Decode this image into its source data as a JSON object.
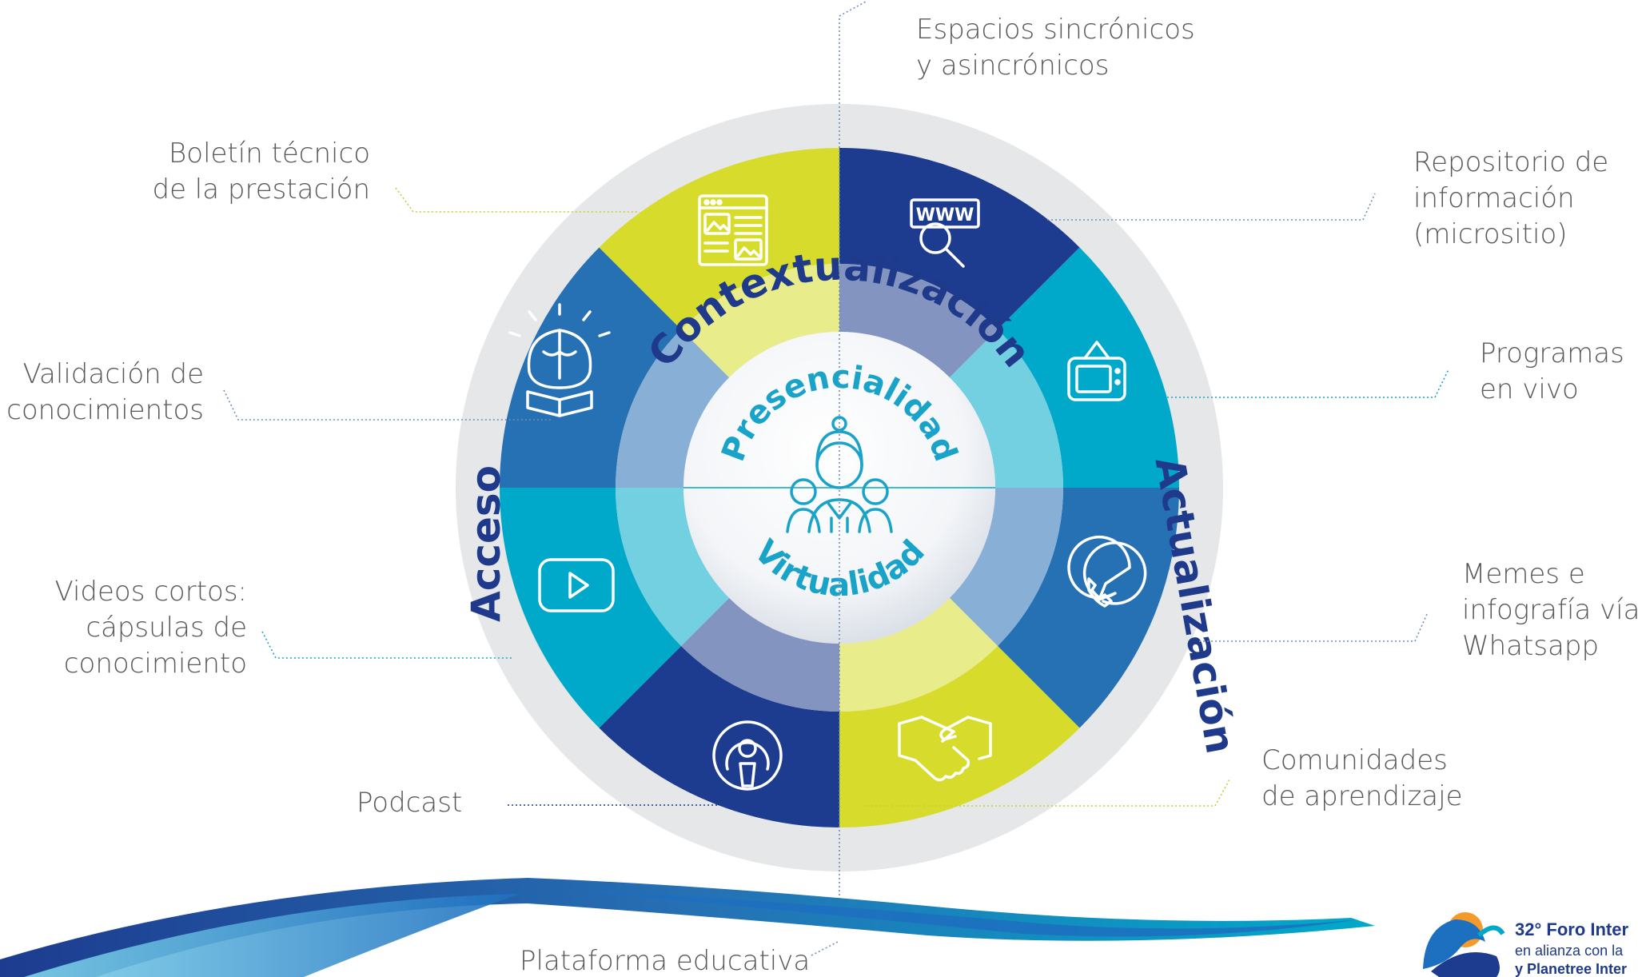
{
  "ring_labels": {
    "top": "Contextualización",
    "left": "Acceso",
    "right": "Actualización"
  },
  "core_labels": {
    "top": "Presencialidad",
    "bottom": "Virtualidad"
  },
  "segments": [
    {
      "id": "repositorio",
      "icon": "www-search-icon",
      "color": "#1d3c8f"
    },
    {
      "id": "programas",
      "icon": "tv-icon",
      "color": "#00a9c9"
    },
    {
      "id": "memes",
      "icon": "whatsapp-icon",
      "color": "#2670b4"
    },
    {
      "id": "comunidades",
      "icon": "handshake-icon",
      "color": "#d7dc2c"
    },
    {
      "id": "podcast",
      "icon": "podcast-icon",
      "color": "#1d3c8f"
    },
    {
      "id": "videos",
      "icon": "play-video-icon",
      "color": "#00a9c9"
    },
    {
      "id": "validacion",
      "icon": "brain-book-icon",
      "color": "#2670b4"
    },
    {
      "id": "boletin",
      "icon": "newsletter-icon",
      "color": "#d7dc2c"
    }
  ],
  "callouts": {
    "espacios": [
      "Espacios sincrónicos",
      "y asincrónicos"
    ],
    "boletin": [
      "Boletín técnico",
      "de la prestación"
    ],
    "repositorio": [
      "Repositorio de",
      "información",
      "(micrositio)"
    ],
    "validacion": [
      "Validación de",
      "conocimientos"
    ],
    "programas": [
      "Programas",
      "en vivo"
    ],
    "videos": [
      "Videos cortos:",
      "cápsulas de",
      "conocimiento"
    ],
    "memes": [
      "Memes e",
      "infografía vía",
      "Whatsapp"
    ],
    "comunidades": [
      "Comunidades",
      "de aprendizaje"
    ],
    "podcast": [
      "Podcast"
    ],
    "plataforma": [
      "Plataforma educativa"
    ]
  },
  "center_icon": "healthcare-team-icon",
  "logo": {
    "title": "32° Foro Inter",
    "line2": "en alianza con la",
    "line3": "y Planetree Inter"
  },
  "colors": {
    "navy": "#1d3c8f",
    "teal": "#00a9c9",
    "blue": "#2670b4",
    "lime": "#d7dc2c",
    "text": "#58595b",
    "label": "#1f3a8a"
  }
}
